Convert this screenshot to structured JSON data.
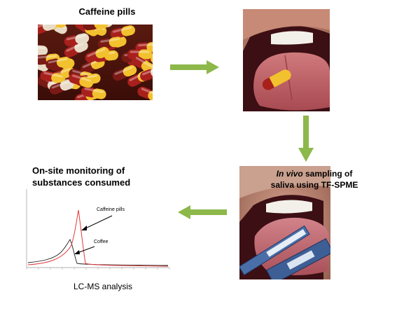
{
  "top_left": {
    "title": "Caffeine pills"
  },
  "bottom_right": {
    "title_italic": "In vivo",
    "title_rest": " sampling of",
    "title_line2": "saliva using TF-SPME"
  },
  "bottom_left": {
    "chart_title_line1": "On-site monitoring of",
    "chart_title_line2": "substances consumed",
    "label_pills": "Caffeine pills",
    "label_coffee": "Coffee",
    "caption": "LC-MS analysis"
  },
  "colors": {
    "arrow": "#8db84a",
    "capsule_red": "#a8201c",
    "capsule_yellow": "#f2c12e",
    "line_red": "#e03a3a",
    "line_black": "#222222"
  }
}
